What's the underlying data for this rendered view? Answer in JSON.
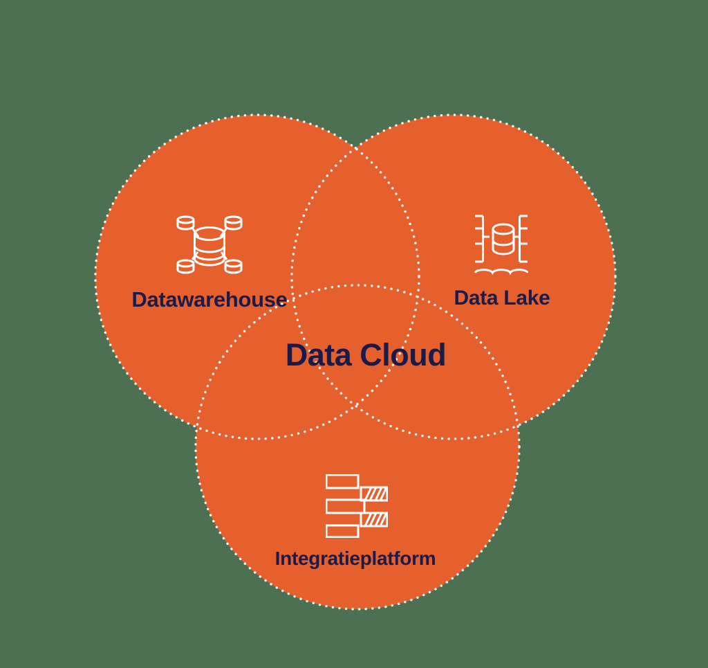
{
  "page": {
    "background_color": "#4d7053"
  },
  "venn": {
    "colors": {
      "circle_fill": "#e6602d",
      "outline_dots": "#ffffff",
      "label_text": "#1b1b4a"
    },
    "regions": [
      {
        "label": "Datawarehouse",
        "icon": "datawarehouse-icon"
      },
      {
        "label": "Data Lake",
        "icon": "data-lake-icon"
      },
      {
        "label": "Integratieplatform",
        "icon": "integration-platform-icon"
      }
    ],
    "center_label": "Data Cloud"
  }
}
